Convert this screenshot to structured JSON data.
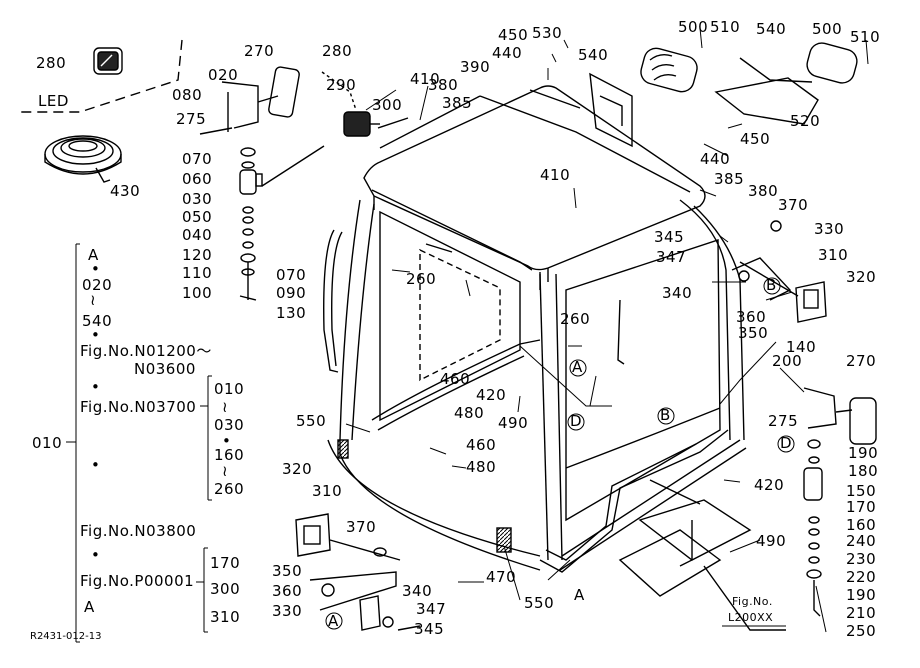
{
  "labels": [
    {
      "text": "280"
    },
    {
      "text": "LED"
    },
    {
      "text": "430"
    },
    {
      "text": "270"
    },
    {
      "text": "020"
    },
    {
      "text": "080"
    },
    {
      "text": "275"
    },
    {
      "text": "070"
    },
    {
      "text": "060"
    },
    {
      "text": "030"
    },
    {
      "text": "050"
    },
    {
      "text": "040"
    },
    {
      "text": "120"
    },
    {
      "text": "110"
    },
    {
      "text": "100"
    },
    {
      "text": "070"
    },
    {
      "text": "090"
    },
    {
      "text": "130"
    },
    {
      "text": "280"
    },
    {
      "text": "290"
    },
    {
      "text": "300"
    },
    {
      "text": "410"
    },
    {
      "text": "450"
    },
    {
      "text": "440"
    },
    {
      "text": "390"
    },
    {
      "text": "380"
    },
    {
      "text": "385"
    },
    {
      "text": "530"
    },
    {
      "text": "540"
    },
    {
      "text": "500"
    },
    {
      "text": "510"
    },
    {
      "text": "540"
    },
    {
      "text": "500"
    },
    {
      "text": "510"
    },
    {
      "text": "450"
    },
    {
      "text": "520"
    },
    {
      "text": "440"
    },
    {
      "text": "410"
    },
    {
      "text": "385"
    },
    {
      "text": "380"
    },
    {
      "text": "370"
    },
    {
      "text": "330"
    },
    {
      "text": "345"
    },
    {
      "text": "347"
    },
    {
      "text": "310"
    },
    {
      "text": "320"
    },
    {
      "text": "340"
    },
    {
      "text": "360"
    },
    {
      "text": "350"
    },
    {
      "text": "140"
    },
    {
      "text": "200"
    },
    {
      "text": "270"
    },
    {
      "text": "275"
    },
    {
      "text": "190"
    },
    {
      "text": "180"
    },
    {
      "text": "150"
    },
    {
      "text": "170"
    },
    {
      "text": "160"
    },
    {
      "text": "240"
    },
    {
      "text": "230"
    },
    {
      "text": "220"
    },
    {
      "text": "190"
    },
    {
      "text": "210"
    },
    {
      "text": "250"
    },
    {
      "text": "260"
    },
    {
      "text": "260"
    },
    {
      "text": "460"
    },
    {
      "text": "480"
    },
    {
      "text": "420"
    },
    {
      "text": "490"
    },
    {
      "text": "460"
    },
    {
      "text": "480"
    },
    {
      "text": "550"
    },
    {
      "text": "420"
    },
    {
      "text": "490"
    },
    {
      "text": "320"
    },
    {
      "text": "310"
    },
    {
      "text": "370"
    },
    {
      "text": "350"
    },
    {
      "text": "360"
    },
    {
      "text": "330"
    },
    {
      "text": "340"
    },
    {
      "text": "347"
    },
    {
      "text": "345"
    },
    {
      "text": "470"
    },
    {
      "text": "550"
    },
    {
      "text": "A"
    },
    {
      "text": "A"
    },
    {
      "text": "B"
    },
    {
      "text": "B"
    },
    {
      "text": "D"
    },
    {
      "text": "D"
    },
    {
      "text": "A"
    },
    {
      "text": "A"
    }
  ],
  "applicability": {
    "a": "A",
    "dot": "•",
    "range_start": "020",
    "tilde": "≀",
    "range_end": "540",
    "fig1": "Fig.No.N01200～",
    "fig1b": "N03600",
    "fig2": "Fig.No.N03700",
    "r2a": "010",
    "r2b": "030",
    "r2c": "160",
    "r2d": "260",
    "ref": "010",
    "fig3": "Fig.No.N03800",
    "fig4": "Fig.No.P00001",
    "r4a": "170",
    "r4b": "300",
    "r4c": "310"
  },
  "figref": {
    "line1": "Fig.No.",
    "line2": "L200XX"
  },
  "caption": "R2431-012-13"
}
